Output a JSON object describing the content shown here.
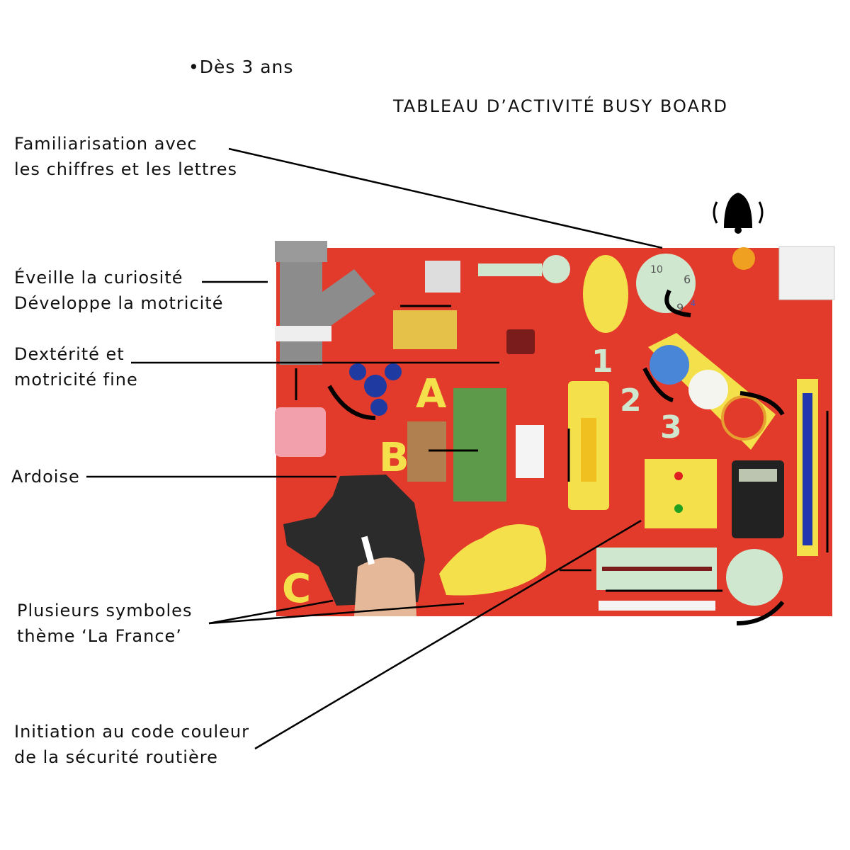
{
  "age": "•Dès 3 ans",
  "title": "TABLEAU D’ACTIVITÉ BUSY BOARD",
  "labels": {
    "numbers_letters": [
      "Familiarisation avec",
      "les chiffres et les lettres"
    ],
    "curiosity": [
      "Éveille la curiosité",
      "Développe la motricité"
    ],
    "dexterity": [
      "Dextérité et",
      "motricité fine"
    ],
    "slate": "Ardoise",
    "france": [
      "Plusieurs symboles",
      "thème ‘La France’"
    ],
    "road_safety": [
      "Initiation au code couleur",
      "de la sécurité routière"
    ]
  },
  "board": {
    "letters": [
      "A",
      "B",
      "C"
    ],
    "numbers": [
      "1",
      "2",
      "3"
    ],
    "dial_numbers": [
      "10",
      "6",
      "9",
      "4"
    ]
  },
  "colors": {
    "board": "#e23b2c",
    "yellow": "#f4e04a",
    "mint": "#cfe7cf",
    "slate": "#2b2b2b"
  }
}
